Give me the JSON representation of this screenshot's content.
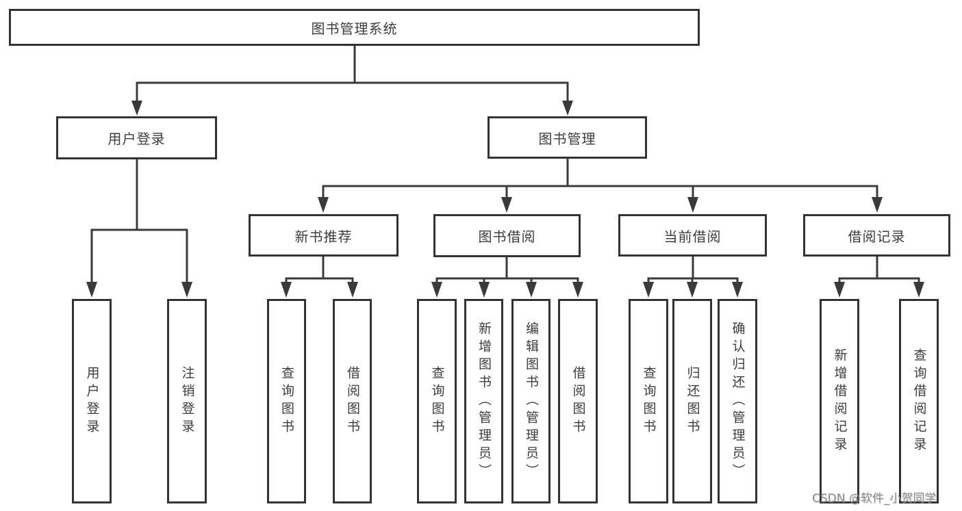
{
  "diagram": {
    "title": "图书管理系统",
    "structure": {
      "图书管理系统": {
        "用户登录": [
          "用户登录",
          "注销登录"
        ],
        "图书管理": {
          "新书推荐": [
            "查询图书",
            "借阅图书"
          ],
          "图书借阅": [
            "查询图书",
            "新增图书（管理员）",
            "编辑图书（管理员）",
            "借阅图书"
          ],
          "当前借阅": [
            "查询图书",
            "归还图书",
            "确认归还（管理员）"
          ],
          "借阅记录": [
            "新增借阅记录",
            "查询借阅记录"
          ]
        }
      }
    }
  },
  "nodes": {
    "root": {
      "label": "图书管理系统"
    },
    "user_login": {
      "label": "用户登录"
    },
    "book_management": {
      "label": "图书管理"
    },
    "new_book_recommendation": {
      "label": "新书推荐"
    },
    "book_borrowing": {
      "label": "图书借阅"
    },
    "current_borrowing": {
      "label": "当前借阅"
    },
    "borrowing_records": {
      "label": "借阅记录"
    },
    "leaf_user_login": {
      "label": "用户登录"
    },
    "leaf_logout": {
      "label": "注销登录"
    },
    "leaf_query_books_rec": {
      "label": "查询图书"
    },
    "leaf_borrow_books_rec": {
      "label": "借阅图书"
    },
    "leaf_query_books_borrow": {
      "label": "查询图书"
    },
    "leaf_add_books_admin": {
      "label": "新增图书（管理员）"
    },
    "leaf_edit_books_admin": {
      "label": "编辑图书（管理员）"
    },
    "leaf_borrow_books_borrow": {
      "label": "借阅图书"
    },
    "leaf_query_books_current": {
      "label": "查询图书"
    },
    "leaf_return_books": {
      "label": "归还图书"
    },
    "leaf_confirm_return_admin": {
      "label": "确认归还（管理员）"
    },
    "leaf_add_borrow_record": {
      "label": "新增借阅记录"
    },
    "leaf_query_borrow_record": {
      "label": "查询借阅记录"
    }
  },
  "watermark": {
    "text": "CSDN @软件_小贺同学"
  },
  "colors": {
    "box_border": "#333333",
    "text": "#3c3c3c",
    "connector": "#3a3a3a",
    "background": "#ffffff",
    "watermark": "#8f8f8f"
  }
}
